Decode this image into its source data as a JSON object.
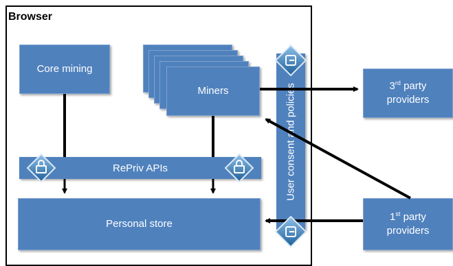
{
  "browser": {
    "label": "Browser"
  },
  "core_mining": {
    "label": "Core mining"
  },
  "miners": {
    "label": "Miners"
  },
  "repriv_apis": {
    "label": "RePriv APIs"
  },
  "personal_store": {
    "label": "Personal store"
  },
  "consent": {
    "label": "User consent and policies"
  },
  "third_party": {
    "ordinal": "3",
    "suffix": "rd",
    "line1": "party",
    "line2": "providers"
  },
  "first_party": {
    "ordinal": "1",
    "suffix": "st",
    "line1": "party",
    "line2": "providers"
  },
  "icons": {
    "lock": "lock-icon",
    "gate": "gate-icon"
  },
  "colors": {
    "box_fill": "#4f81bd",
    "icon_fill": "#2f6fa8",
    "arrow": "#000000"
  }
}
